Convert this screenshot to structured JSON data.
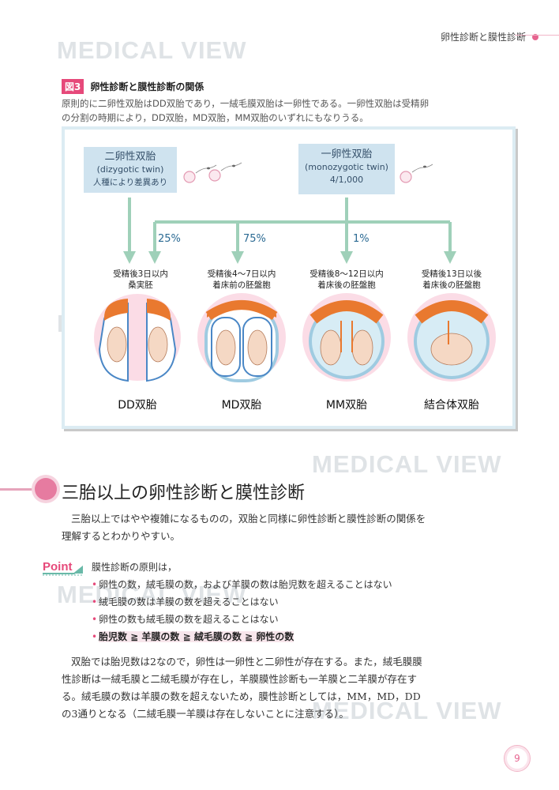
{
  "header": {
    "running_title": "卵性診断と膜性診断"
  },
  "watermark": "MEDICAL VIEW",
  "figure": {
    "badge": "図3",
    "title": "卵性診断と膜性診断の関係",
    "caption": "原則的に二卵性双胎はDD双胎であり，一絨毛膜双胎は一卵性である。一卵性双胎は受精卵の分割の時期により，DD双胎，MD双胎，MM双胎のいずれにもなりうる。",
    "dizygotic": {
      "title": "二卵性双胎",
      "english": "(dizygotic twin)",
      "note": "人種により差異あり"
    },
    "monozygotic": {
      "title": "一卵性双胎",
      "english": "(monozygotic twin)",
      "ratio": "4/1,000"
    },
    "percentages": [
      "25%",
      "75%",
      "1%"
    ],
    "stages": [
      {
        "line1": "受精後3日以内",
        "line2": "桑実胚"
      },
      {
        "line1": "受精後4〜7日以内",
        "line2": "着床前の胚盤胞"
      },
      {
        "line1": "受精後8〜12日以内",
        "line2": "着床後の胚盤胞"
      },
      {
        "line1": "受精後13日以後",
        "line2": "着床後の胚盤胞"
      }
    ],
    "twin_types": [
      "DD双胎",
      "MD双胎",
      "MM双胎",
      "結合体双胎"
    ]
  },
  "section": {
    "title": "三胎以上の卵性診断と膜性診断",
    "intro": "三胎以上ではやや複雑になるものの，双胎と同様に卵性診断と膜性診断の関係を理解するとわかりやすい。"
  },
  "point": {
    "icon_label": "Point",
    "lead": "膜性診断の原則は，",
    "items": [
      "卵性の数，絨毛膜の数，および羊膜の数は胎児数を超えることはない",
      "絨毛膜の数は羊膜の数を超えることはない",
      "卵性の数も絨毛膜の数を超えることはない",
      "胎児数 ≧ 羊膜の数 ≧ 絨毛膜の数 ≧ 卵性の数"
    ]
  },
  "closing": "双胎では胎児数は2なので，卵性は一卵性と二卵性が存在する。また，絨毛膜膜性診断は一絨毛膜と二絨毛膜が存在し，羊膜膜性診断も一羊膜と二羊膜が存在する。絨毛膜の数は羊膜の数を超えないため，膜性診断としては，MM，MD，DDの3通りとなる（二絨毛膜一羊膜は存在しないことに注意する）。",
  "page_number": "9",
  "colors": {
    "accent": "#e6497a",
    "arrow": "#9fd0b9",
    "box": "#cfe3ef",
    "placenta": "#e9792f"
  }
}
